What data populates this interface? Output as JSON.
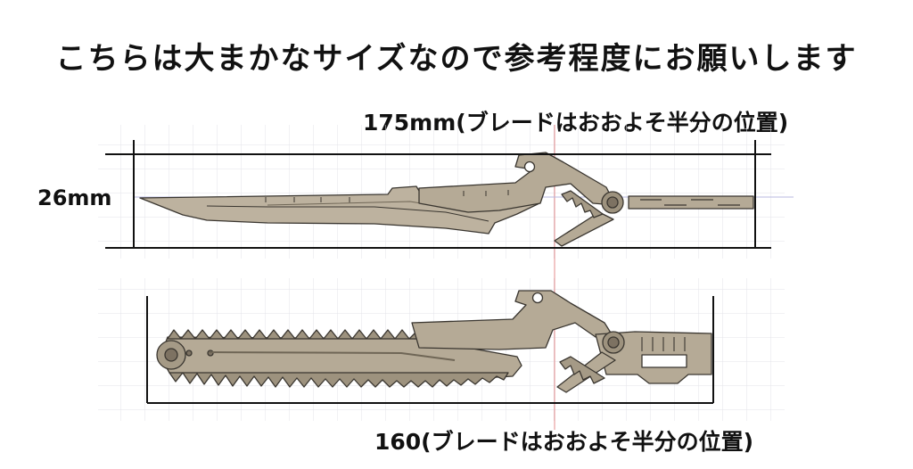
{
  "title": "こちらは大まかなサイズなので参考程度にお願いします",
  "sword": {
    "length_label": "175mm(ブレードはおおよそ半分の位置)",
    "height_label": "26mm"
  },
  "chainsaw": {
    "length_label": "160(ブレードはおおよそ半分の位置)"
  },
  "colors": {
    "part_fill": "#b5aa96",
    "part_dark": "#8f8470",
    "outline": "#3a3630",
    "dimension_line": "#111111",
    "grid": "#e3e3ea",
    "center_line": "#e58c8c"
  }
}
